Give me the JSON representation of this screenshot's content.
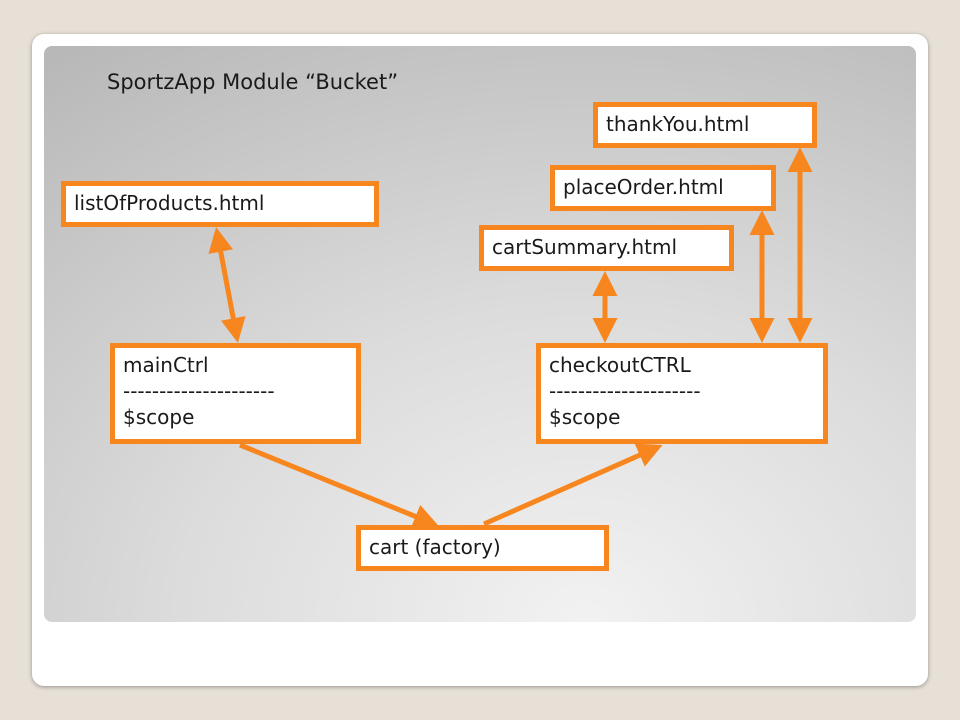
{
  "title": "SportzApp Module “Bucket”",
  "nodes": {
    "list_of_products": "listOfProducts.html",
    "main_ctrl": [
      "mainCtrl",
      "---------------------",
      "$scope"
    ],
    "cart_summary": "cartSummary.html",
    "place_order": "placeOrder.html",
    "thank_you": "thankYou.html",
    "checkout_ctrl": [
      "checkoutCTRL",
      "---------------------",
      "$scope"
    ],
    "cart_factory": "cart (factory)"
  },
  "colors": {
    "accent": "#f7861f",
    "node_fill": "#ffffff",
    "text": "#1a1a1a"
  }
}
